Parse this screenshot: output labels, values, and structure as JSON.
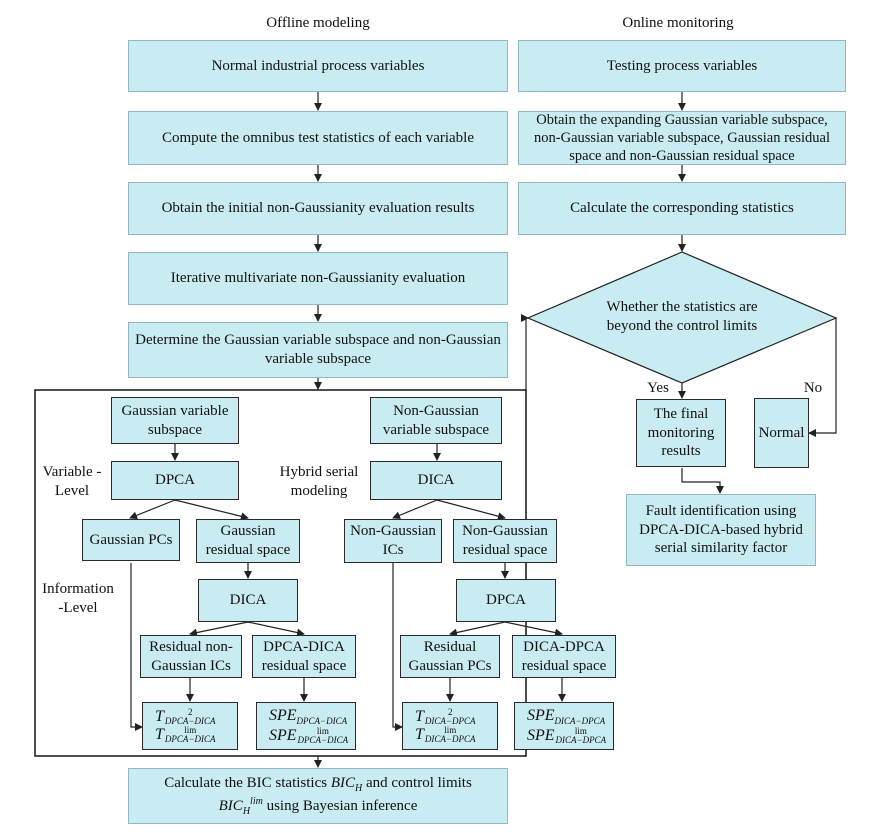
{
  "headers": {
    "offline": "Offline modeling",
    "online": "Online monitoring"
  },
  "offline": {
    "step1": "Normal industrial process variables",
    "step2": "Compute the omnibus test statistics of each variable",
    "step3": "Obtain the initial non-Gaussianity evaluation results",
    "step4": "Iterative multivariate non-Gaussianity evaluation",
    "step5": "Determine the Gaussian variable subspace and non-Gaussian variable subspace"
  },
  "hybrid": {
    "gauss_subspace": "Gaussian variable subspace",
    "nongauss_subspace": "Non-Gaussian variable subspace",
    "dpca_left": "DPCA",
    "dica_right": "DICA",
    "gauss_pcs": "Gaussian PCs",
    "gauss_residual": "Gaussian residual space",
    "nongauss_ics": "Non-Gaussian ICs",
    "nongauss_residual": "Non-Gaussian residual space",
    "dica_mid": "DICA",
    "dpca_mid": "DPCA",
    "residual_nongauss_ics": "Residual non-Gaussian ICs",
    "dpca_dica_residual": "DPCA-DICA residual space",
    "residual_gauss_pcs": "Residual Gaussian PCs",
    "dica_dpca_residual": "DICA-DPCA residual space",
    "label_variable_level": "Variable -Level",
    "label_hybrid": "Hybrid serial modeling",
    "label_information_level": "Information -Level"
  },
  "formulas": {
    "t": "T",
    "spe": "SPE",
    "sq": "2",
    "lim": "lim",
    "sub_dpca_dica": "DPCA−DICA",
    "sub_dica_dpca": "DICA−DPCA"
  },
  "bic": {
    "line1_pre": "Calculate the BIC statistics",
    "line1_post": "and control limits",
    "line2_post": "using Bayesian inference",
    "sym": "BIC",
    "sub": "H",
    "sup": "lim"
  },
  "online": {
    "step1": "Testing process variables",
    "step2": "Obtain the expanding Gaussian variable subspace, non-Gaussian variable subspace, Gaussian residual space and non-Gaussian residual space",
    "step3": "Calculate the corresponding statistics",
    "decision": "Whether the statistics are beyond the control limits",
    "yes": "Yes",
    "no": "No",
    "final": "The final monitoring results",
    "normal": "Normal",
    "fault": "Fault identification using DPCA-DICA-based hybrid serial similarity factor"
  },
  "colors": {
    "box_fill": "#c9ecf2",
    "line": "#222222"
  }
}
